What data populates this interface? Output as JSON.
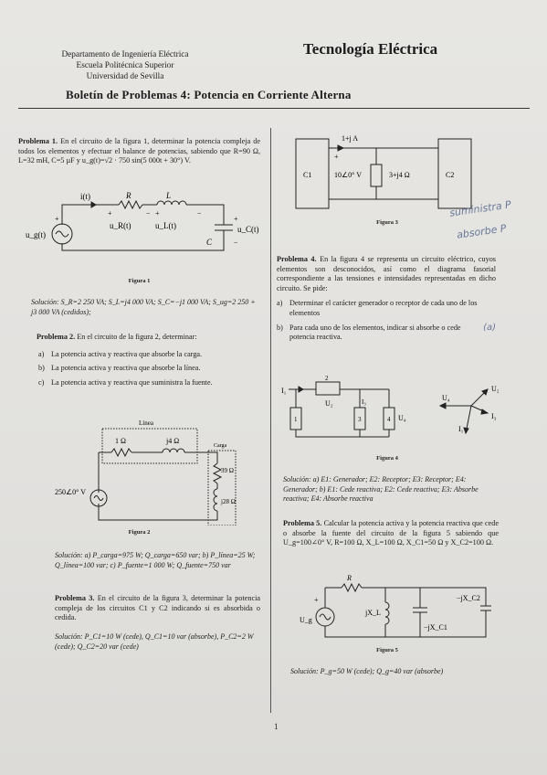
{
  "header": {
    "dept_line1": "Departamento de Ingeniería Eléctrica",
    "dept_line2": "Escuela Politécnica Superior",
    "dept_line3": "Universidad de Sevilla",
    "title": "Tecnología Eléctrica",
    "bulletin": "Boletín de Problemas 4: Potencia en Corriente Alterna"
  },
  "p1": {
    "label": "Problema 1.",
    "text": "En el circuito de la figura 1, determinar la potencia compleja de todos los elementos y efectuar el balance de potencias, sabiendo que R=90 Ω, L=32 mH, C=5 µF y u_g(t)=√2 · 750 sin(5 000t + 30°) V.",
    "fig_labels": {
      "i": "i(t)",
      "R": "R",
      "L": "L",
      "ug": "u_g(t)",
      "uR": "u_R(t)",
      "uL": "u_L(t)",
      "C": "C",
      "uC": "u_C(t)"
    },
    "figure": "Figura 1",
    "solution": "Solución: S_R=2 250 VA; S_L=j4 000 VA; S_C=−j1 000 VA; S_ug=2 250 + j3 000 VA (cedidos);"
  },
  "p2": {
    "label": "Problema 2.",
    "intro": "En el circuito de la figura 2, determinar:",
    "items": [
      {
        "k": "a)",
        "t": "La potencia activa y reactiva que absorbe la carga."
      },
      {
        "k": "b)",
        "t": "La potencia activa y reactiva que absorbe la línea."
      },
      {
        "k": "c)",
        "t": "La potencia activa y reactiva que suministra la fuente."
      }
    ],
    "fig_labels": {
      "linea": "Línea",
      "r": "1 Ω",
      "x": "j4 Ω",
      "carga": "Carga",
      "r2": "39 Ω",
      "x2": "j28 Ω",
      "src": "250∠0° V"
    },
    "figure": "Figura 2",
    "solution": "Solución: a) P_carga=975 W; Q_carga=650 var; b) P_línea=25 W; Q_línea=100 var; c) P_fuente=1 000 W; Q_fuente=750 var"
  },
  "p3": {
    "label": "Problema 3.",
    "text": "En el circuito de la figura 3, determinar la potencia compleja de los circuitos C1 y C2 indicando si es absorbida o cedida.",
    "solution": "Solución: P_C1=10 W (cede), Q_C1=10 var (absorbe), P_C2=2 W (cede); Q_C2=20 var (cede)"
  },
  "fig3": {
    "current": "1+j A",
    "c1": "C1",
    "c2": "C2",
    "v": "10∠0° V",
    "z": "3+j4 Ω",
    "figure": "Figura 3",
    "hand1": "suministra P",
    "hand2": "absorbe P"
  },
  "p4": {
    "label": "Problema 4.",
    "text": "En la figura 4 se representa un circuito eléctrico, cuyos elementos son desconocidos, así como el diagrama fasorial correspondiente a las tensiones e intensidades representadas en dicho circuito. Se pide:",
    "items": [
      {
        "k": "a)",
        "t": "Determinar el carácter generador o receptor de cada uno de los elementos"
      },
      {
        "k": "b)",
        "t": "Para cada uno de los elementos, indicar si absorbe o cede potencia reactiva."
      }
    ],
    "hand3": "(a)",
    "fig_labels": {
      "n1": "1",
      "n2": "2",
      "n3": "3",
      "n4": "4",
      "I1": "I₁",
      "U2": "U₂",
      "I3": "I₃",
      "U4": "U₄",
      "pU4": "U₄",
      "pU2": "U₂",
      "pI3": "I₃",
      "pI1": "I₁"
    },
    "figure": "Figura 4",
    "solution": "Solución: a) E1: Generador; E2: Receptor; E3: Receptor; E4: Generador; b) E1: Cede reactiva; E2: Cede reactiva; E3: Absorbe reactiva; E4: Absorbe reactiva"
  },
  "p5": {
    "label": "Problema 5.",
    "text": "Calcular la potencia activa y la potencia reactiva que cede o absorbe la fuente del circuito de la figura 5 sabiendo que U_g=100∠0° V, R=100 Ω, X_L=100 Ω, X_C1=50 Ω y X_C2=100 Ω.",
    "fig_labels": {
      "R": "R",
      "Ug": "U_g",
      "XL": "jX_L",
      "XC1": "−jX_C1",
      "XC2": "−jX_C2"
    },
    "figure": "Figura 5",
    "solution": "Solución: P_g=50 W (cede); Q_g=40 var (absorbe)"
  },
  "page_number": "1"
}
